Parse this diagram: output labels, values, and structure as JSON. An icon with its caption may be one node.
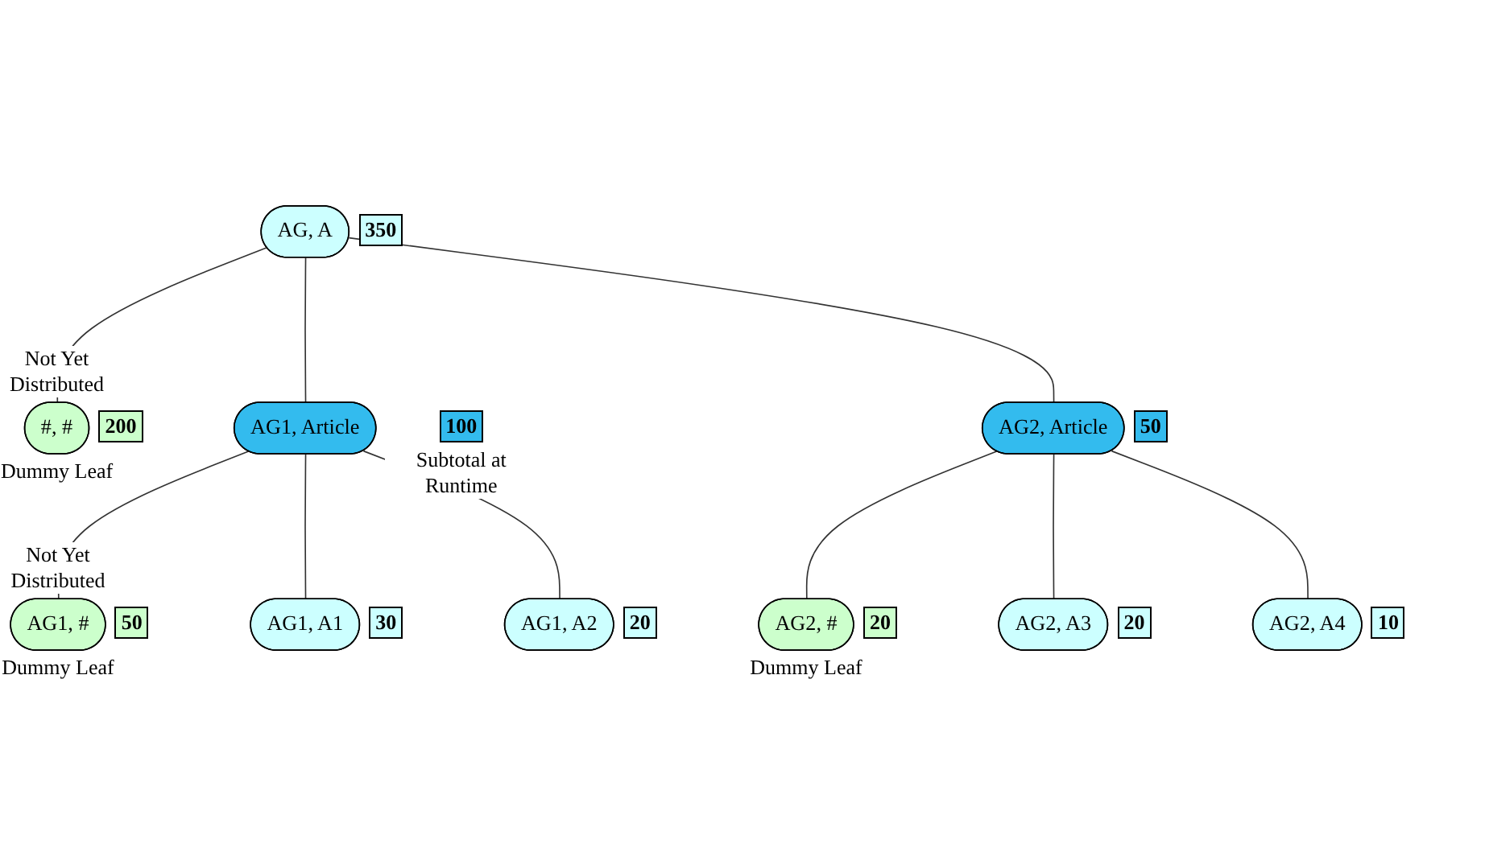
{
  "diagram": {
    "nodes": [
      {
        "text": [
          "AG, A"
        ],
        "beside": [
          "350"
        ]
      },
      {
        "text": [
          "#, #"
        ],
        "beside": [
          "Not Yet Distributed",
          "200",
          "Dummy Leaf"
        ]
      },
      {
        "text": [
          "AG1, Article"
        ],
        "beside": [
          "100",
          "Subtotal at Runtime"
        ]
      },
      {
        "text": [
          "AG2, Article"
        ],
        "beside": [
          "50"
        ]
      },
      {
        "text": [
          "AG1, #"
        ],
        "beside": [
          "Not Yet Distributed",
          "50",
          "Dummy Leaf"
        ]
      },
      {
        "text": [
          "AG1, A1"
        ],
        "beside": [
          "30"
        ]
      },
      {
        "text": [
          "AG1, A2"
        ],
        "beside": [
          "20"
        ]
      },
      {
        "text": [
          "AG2, #"
        ],
        "beside": [
          "20",
          "Dummy Leaf"
        ]
      },
      {
        "text": [
          "AG2, A3"
        ],
        "beside": [
          "20"
        ]
      },
      {
        "text": [
          "AG2, A4"
        ],
        "beside": [
          "10"
        ]
      }
    ],
    "edges": [
      {
        "from": 0,
        "to": 1,
        "arrow": "none"
      },
      {
        "from": 0,
        "to": 2,
        "arrow": "none"
      },
      {
        "from": 0,
        "to": 3,
        "arrow": "none"
      },
      {
        "from": 2,
        "to": 4,
        "arrow": "none"
      },
      {
        "from": 2,
        "to": 5,
        "arrow": "none"
      },
      {
        "from": 2,
        "to": 6,
        "arrow": "none"
      },
      {
        "from": 3,
        "to": 7,
        "arrow": "none"
      },
      {
        "from": 3,
        "to": 8,
        "arrow": "none"
      },
      {
        "from": 3,
        "to": 9,
        "arrow": "none"
      }
    ]
  }
}
